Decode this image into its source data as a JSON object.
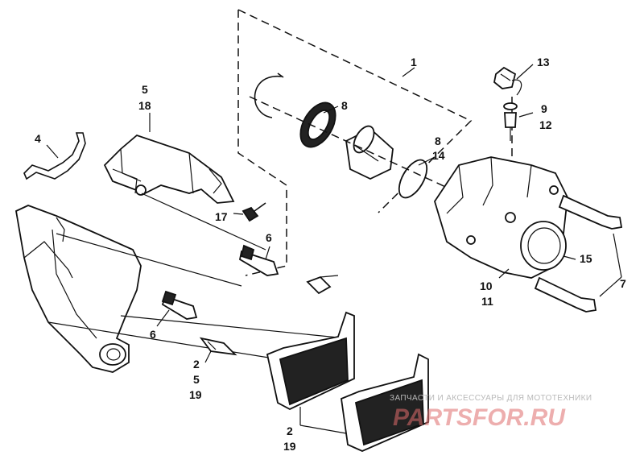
{
  "callouts": {
    "c1": "1",
    "c2a": "2",
    "c5a": "5",
    "c19a": "19",
    "c2b": "2",
    "c19b": "19",
    "c4": "4",
    "c5b": "5",
    "c18": "18",
    "c6a": "6",
    "c6b": "6",
    "c7": "7",
    "c8a": "8",
    "c8b": "8",
    "c14": "14",
    "c9": "9",
    "c12": "12",
    "c10": "10",
    "c11": "11",
    "c13": "13",
    "c15": "15",
    "c17": "17"
  },
  "watermark": {
    "tagline": "ЗАПЧАСТИ И АКСЕССУАРЫ ДЛЯ МОТОТЕХНИКИ",
    "brand": "PARTSFOR.RU"
  }
}
